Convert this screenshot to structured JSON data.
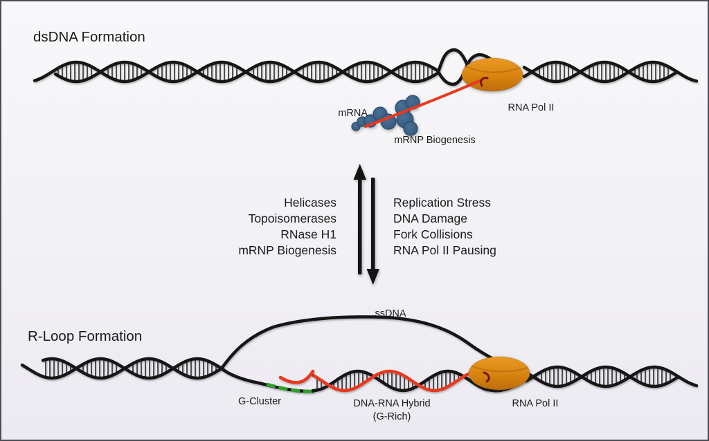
{
  "top_section": {
    "title": "dsDNA Formation",
    "mrna_label": "mRNA",
    "mrnp_label": "mRNP Biogenesis",
    "polymerase_label": "RNA Pol II"
  },
  "equilibrium": {
    "resolving_factors": [
      "Helicases",
      "Topoisomerases",
      "RNase H1",
      "mRNP Biogenesis"
    ],
    "promoting_factors": [
      "Replication Stress",
      "DNA Damage",
      "Fork Collisions",
      "RNA Pol II Pausing"
    ]
  },
  "bottom_section": {
    "title": "R-Loop Formation",
    "ssdna_label": "ssDNA",
    "g_cluster_label": "G-Cluster",
    "hybrid_label": "DNA-RNA Hybrid",
    "hybrid_sublabel": "(G-Rich)",
    "polymerase_label": "RNA Pol II"
  },
  "colors": {
    "background_top": "#f8f7fa",
    "background_bottom": "#eceaf1",
    "panel_border": "#4c4c54",
    "strand_black": "#161616",
    "base_pair_rung": "#2b2b2b",
    "rna_red": "#e8391e",
    "rna_hook_dark": "#7a150c",
    "g_cluster_green": "#2fa12b",
    "polymerase_orange_light": "#eb9a25",
    "polymerase_orange_dark": "#bc6e0b",
    "mrnp_blue": "#3c6186",
    "mrnp_blue_dark": "#2b4a68",
    "text": "#1b1b1b"
  }
}
